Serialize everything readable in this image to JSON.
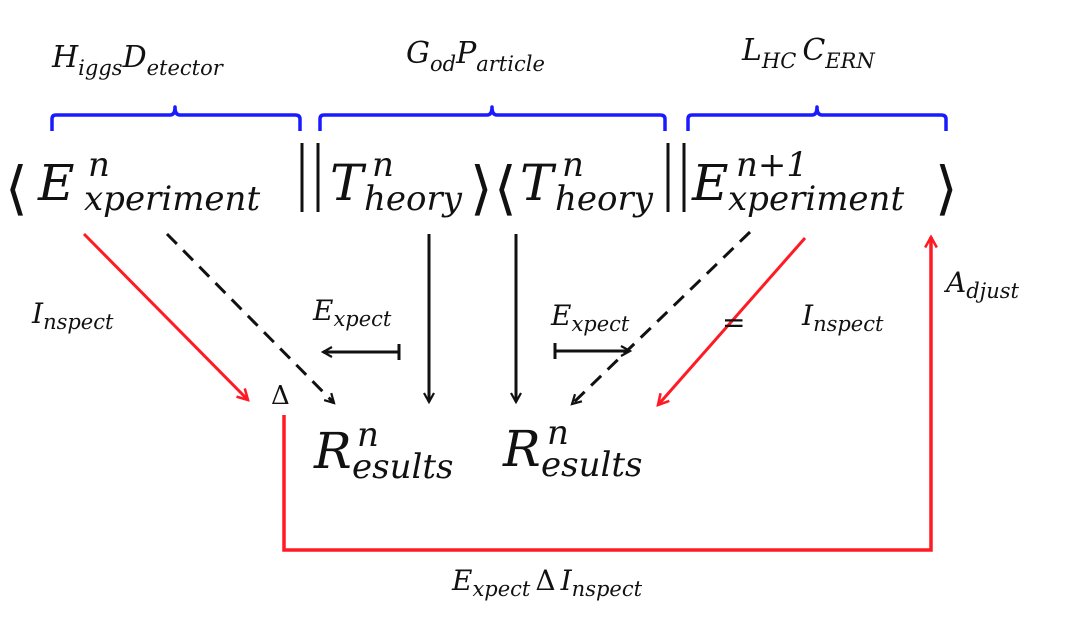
{
  "colors": {
    "brace": "#1a1aff",
    "red": "#ff1a24",
    "black": "#111111",
    "background": "#ffffff"
  },
  "group_labels": [
    {
      "base": "H",
      "sub": "iggs",
      "base2": "D",
      "sub2": "etector"
    },
    {
      "base": "G",
      "sub": "od",
      "base2": "P",
      "sub2": "article"
    },
    {
      "base": "L",
      "sub": "HC",
      "base2": "C",
      "sub2": "ERN"
    }
  ],
  "formula": {
    "open_angle": "⟨",
    "close_angle": "⟩",
    "bar": "|",
    "terms": [
      {
        "base": "E",
        "sup": "n",
        "sub": "xperiment"
      },
      {
        "base": "T",
        "sup": "n",
        "sub": "heory"
      },
      {
        "base": "T",
        "sup": "n",
        "sub": "heory"
      },
      {
        "base": "E",
        "sup": "n+1",
        "sub": "xperiment"
      }
    ]
  },
  "results": [
    {
      "base": "R",
      "sup": "n",
      "sub": "esults"
    },
    {
      "base": "R",
      "sup": "n",
      "sub": "esults"
    }
  ],
  "labels": {
    "inspect_left": {
      "base": "I",
      "sub": "nspect"
    },
    "inspect_right": {
      "base": "I",
      "sub": "nspect"
    },
    "expect_left": {
      "base": "E",
      "sub": "xpect"
    },
    "expect_right": {
      "base": "E",
      "sub": "xpect"
    },
    "adjust": {
      "base": "A",
      "sub": "djust"
    },
    "delta": "Δ",
    "equals": "=",
    "bottom": {
      "base": "E",
      "sub": "xpect",
      "mid": "Δ",
      "base2": "I",
      "sub2": "nspect"
    }
  }
}
